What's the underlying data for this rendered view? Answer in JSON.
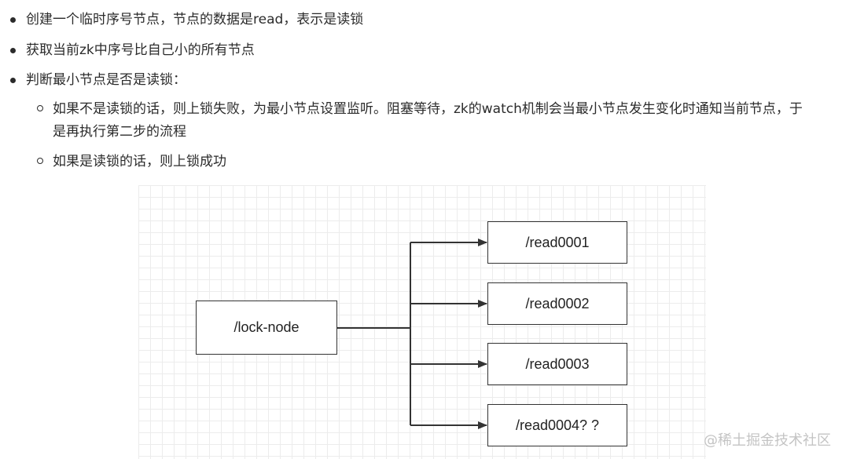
{
  "bullets": [
    {
      "text": "创建一个临时序号节点，节点的数据是read，表示是读锁"
    },
    {
      "text": "获取当前zk中序号比自己小的所有节点"
    },
    {
      "text": "判断最小节点是否是读锁："
    }
  ],
  "sub_bullets": [
    {
      "line1": "如果不是读锁的话，则上锁失败，为最小节点设置监听。阻塞等待，zk的watch机制会当最小节点发生变化时通知当前节点，于",
      "line2": "是再执行第二步的流程"
    },
    {
      "line1": "如果是读锁的话，则上锁成功"
    }
  ],
  "diagram": {
    "root_label": "/lock-node",
    "child_labels": [
      "/read0001",
      "/read0002",
      "/read0003",
      "/read0004? ?"
    ]
  },
  "watermark": "@稀土掘金技术社区"
}
